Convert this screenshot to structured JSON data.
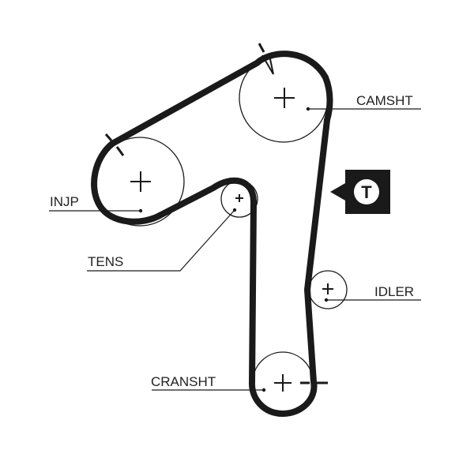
{
  "labels": {
    "camshaft": "CAMSHT",
    "injection_pump": "INJP",
    "tensioner": "TENS",
    "idler": "IDLER",
    "crankshaft": "CRANSHT"
  },
  "badge": {
    "letter": "T"
  },
  "colors": {
    "belt": "#1a1a1a",
    "line": "#1a1a1a",
    "text": "#222222",
    "badge_bg": "#1a1a1a",
    "badge_fg": "#ffffff"
  }
}
